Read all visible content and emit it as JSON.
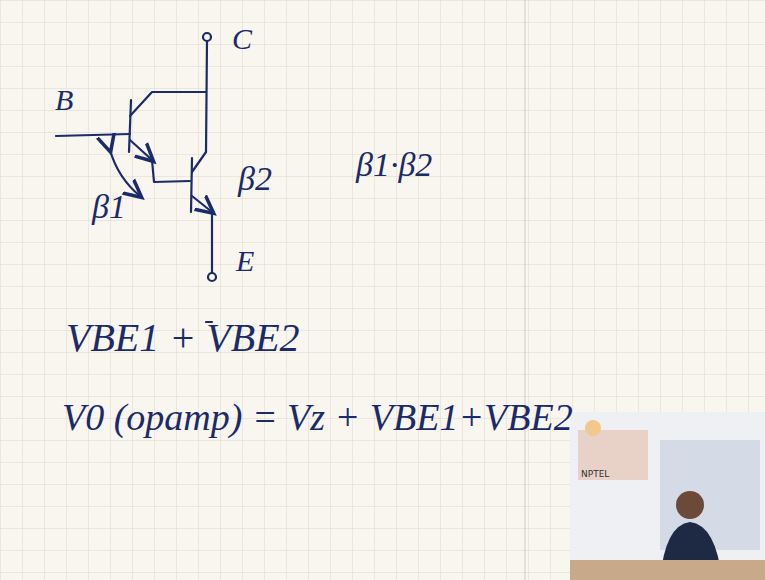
{
  "diagram": {
    "labels": [
      "C",
      "B",
      "β1",
      "β2",
      "β1·β2",
      "E",
      "VBE1 + VBE2",
      "V0 (opamp) = Vz + VBE1+VBE2",
      "NPTEL"
    ]
  }
}
